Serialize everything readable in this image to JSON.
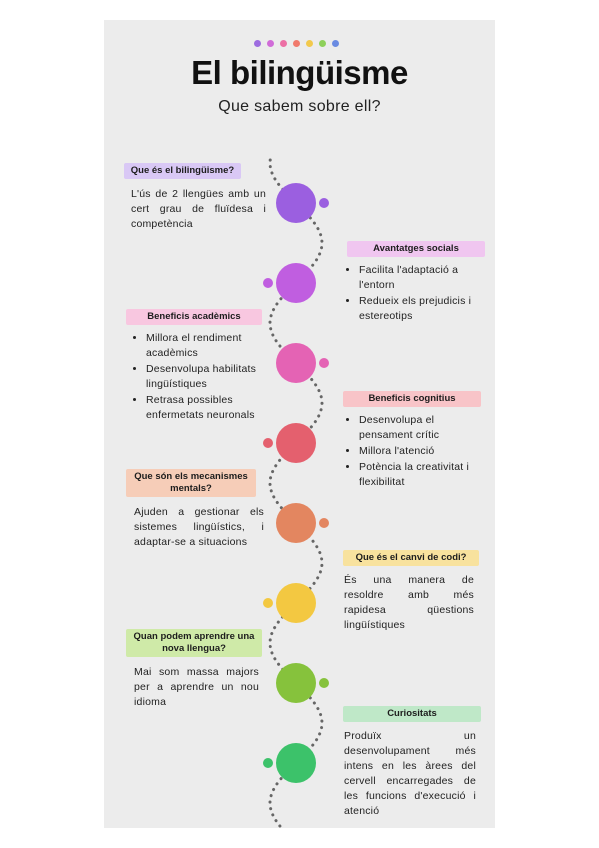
{
  "title": "El bilingüisme",
  "subtitle": "Que sabem sobre ell?",
  "top_dots": [
    "#9d6ce0",
    "#d06cd8",
    "#ec6fa4",
    "#f07a6c",
    "#f2c94c",
    "#8ed05a",
    "#6a8be2"
  ],
  "sections": [
    {
      "label": "Que és el bilingüisme?",
      "label_bg": "#d9c8f5",
      "circle_color": "#9b5fe0",
      "text": "L'ús de 2 llengües amb un cert grau de fluïdesa i competència",
      "bullets": []
    },
    {
      "label": "Avantatges socials",
      "label_bg": "#f0c6f0",
      "circle_color": "#c05ee0",
      "text": "",
      "bullets": [
        "Facilita l'adaptació a l'entorn",
        "Redueix els prejudicis i estereotips"
      ]
    },
    {
      "label": "Beneficis acadèmics",
      "label_bg": "#f8c7e0",
      "circle_color": "#e463b4",
      "text": "",
      "bullets": [
        "Millora el rendiment acadèmics",
        "Desenvolupa habilitats lingüístiques",
        "Retrasa possibles enfermetats neuronals"
      ]
    },
    {
      "label": "Beneficis cognitius",
      "label_bg": "#f8c4c8",
      "circle_color": "#e4606e",
      "text": "",
      "bullets": [
        "Desenvolupa el pensament crític",
        "Millora l'atenció",
        "Potència la creativitat i flexibilitat"
      ]
    },
    {
      "label": "Que són els mecanismes mentals?",
      "label_bg": "#f6cdb8",
      "circle_color": "#e38660",
      "text": "Ajuden a gestionar els sistemes lingüístics, i adaptar-se a situacions",
      "bullets": []
    },
    {
      "label": "Que és el canvi de codi?",
      "label_bg": "#f8e29e",
      "circle_color": "#f3c841",
      "text": "És una manera de resoldre amb més rapidesa qüestions lingüístiques",
      "bullets": []
    },
    {
      "label": "Quan podem aprendre una nova llengua?",
      "label_bg": "#cfeaa8",
      "circle_color": "#86c23c",
      "text": "Mai som massa majors per a aprendre un nou idioma",
      "bullets": []
    },
    {
      "label": "Curiositats",
      "label_bg": "#bfe8c8",
      "circle_color": "#3cc26a",
      "text": "Produïx un desenvolupament més intens en les àrees del cervell encarregades de les funcions d'execució i atenció",
      "bullets": []
    }
  ]
}
